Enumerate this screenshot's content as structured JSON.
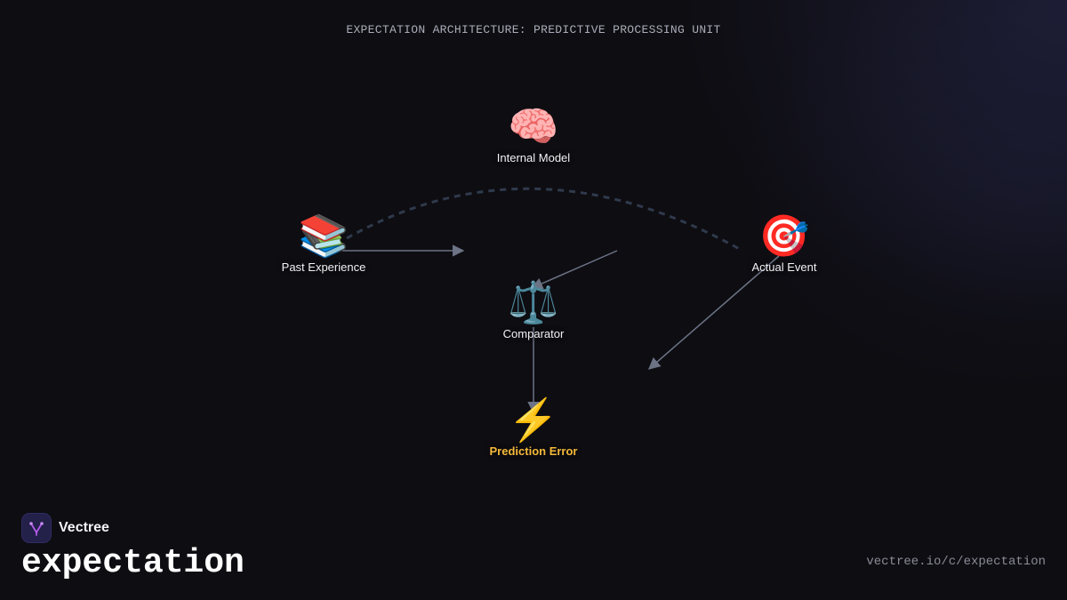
{
  "diagram": {
    "title": "EXPECTATION ARCHITECTURE: PREDICTIVE PROCESSING UNIT",
    "nodes": {
      "internal_model": {
        "icon": "🧠",
        "icon_name": "brain-icon",
        "label": "Internal Model"
      },
      "past_experience": {
        "icon": "📚",
        "icon_name": "books-icon",
        "label": "Past Experience"
      },
      "actual_event": {
        "icon": "🎯",
        "icon_name": "target-icon",
        "label": "Actual Event"
      },
      "comparator": {
        "icon": "⚖️",
        "icon_name": "scales-icon",
        "label": "Comparator"
      },
      "prediction_error": {
        "icon": "⚡",
        "icon_name": "lightning-icon",
        "label": "Prediction Error"
      }
    },
    "colors": {
      "edge": "#6b7385",
      "dashed_edge": "#2f3a4c",
      "highlight": "#f5b93a",
      "background": "#0e0d12"
    }
  },
  "brand": {
    "name": "Vectree",
    "logo_icon": "vectree-logo-icon",
    "heading": "expectation",
    "url": "vectree.io/c/expectation"
  }
}
